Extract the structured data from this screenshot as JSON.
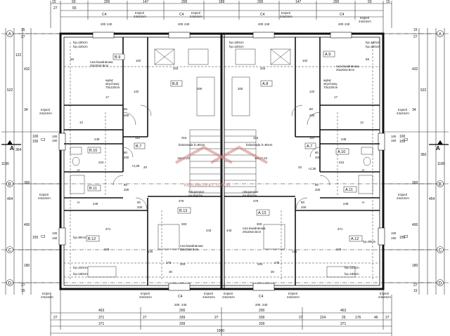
{
  "top_dims": {
    "row1": [
      "15",
      "93",
      "200",
      "147",
      "200",
      "189",
      "200",
      "147",
      "200",
      "93",
      "15"
    ],
    "row2": [
      "27",
      "65"
    ]
  },
  "bottom_dims": {
    "row1": [
      "463",
      "200",
      "200",
      "463"
    ],
    "row2": [
      "27",
      "371",
      "27",
      "339",
      "27",
      "339",
      "27",
      "224",
      "25",
      "176",
      "46",
      "27"
    ],
    "row3": [
      "371",
      "339",
      "339",
      "371"
    ],
    "total": "1500"
  },
  "left_dims": [
    "15",
    "27",
    "122",
    "432",
    "522",
    "34",
    "1180",
    "100",
    "150",
    "364",
    "300",
    "454",
    "400",
    "150",
    "180",
    "27",
    "15"
  ],
  "right_dims": [
    "15",
    "27",
    "522",
    "432",
    "300",
    "34",
    "1180",
    "100",
    "150",
    "360",
    "454",
    "400",
    "150",
    "180",
    "27",
    "15"
  ],
  "axes": [
    "A",
    "B",
    "C",
    "D"
  ],
  "section": {
    "left": "A",
    "right": "A"
  },
  "windows": {
    "C4": "C4",
    "C2": "C2",
    "sizes": [
      "200",
      "240"
    ]
  },
  "rooms": [
    {
      "id": "B.9",
      "label": "B.9"
    },
    {
      "id": "B.8",
      "label": "B.8"
    },
    {
      "id": "B.7",
      "label": "B.7"
    },
    {
      "id": "B.10",
      "label": "B.10"
    },
    {
      "id": "B.11",
      "label": "B.11"
    },
    {
      "id": "B.12",
      "label": "B.12"
    },
    {
      "id": "B.13",
      "label": "B.13"
    },
    {
      "id": "A.9",
      "label": "A.9"
    },
    {
      "id": "A.8",
      "label": "A.8"
    },
    {
      "id": "A.7",
      "label": "A.7"
    },
    {
      "id": "A.10",
      "label": "A.10"
    },
    {
      "id": "A.11",
      "label": "A.11"
    },
    {
      "id": "A.12",
      "label": "A.12"
    },
    {
      "id": "A.13",
      "label": "A.13"
    }
  ],
  "notes": {
    "trzpien": "trzpień",
    "trzpien_size": "24x24cm",
    "hp180": "hp=180cm",
    "hp220": "hp=220cm",
    "hp90": "hp=90cm",
    "rura": "rura kwadratowa",
    "rura_size": "20x20x0.8cm",
    "wylaz": "wyłaz",
    "strychowy": "strychowy",
    "wylaz_size": "70x120cm",
    "belustrada": "belustrada h=90cm",
    "schody": "18x17,22",
    "rekuperator": "rekuperator",
    "na_strychu": "na strychu",
    "h": "H",
    "elev": "+2,38",
    "logo": "KMB PROJEKT TORUŃ"
  },
  "inner_dims": {
    "d303": "303",
    "d316": "316",
    "d315": "315",
    "d371": "371",
    "d349": "349",
    "d276": "276",
    "d249": "249",
    "d224": "224",
    "d102": "102",
    "d122": "122",
    "d110": "110",
    "d69": "69",
    "d80": "80",
    "d200": "200",
    "d240": "240",
    "d125": "125",
    "d175": "175",
    "d443": "443",
    "d300": "300",
    "d12": "12",
    "d17": "17",
    "d30": "30",
    "d90": "90",
    "d20": "20"
  }
}
